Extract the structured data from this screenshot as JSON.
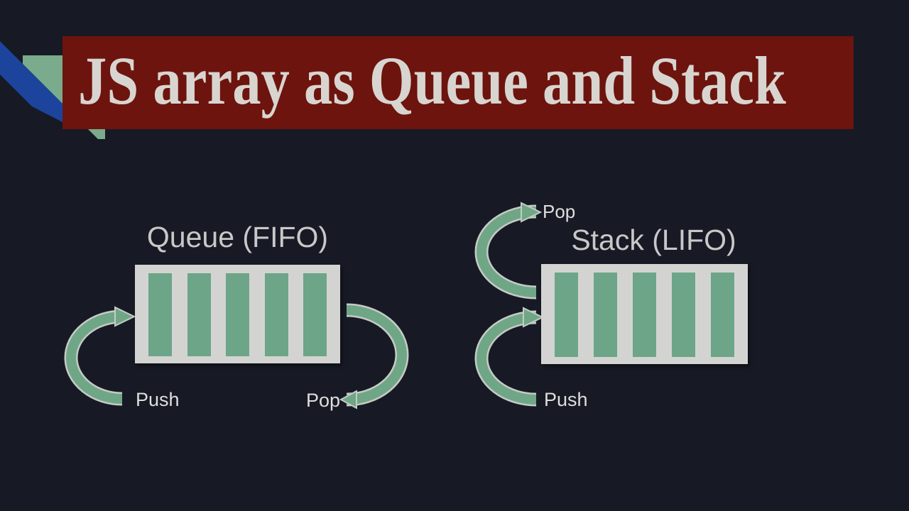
{
  "banner": {
    "title": "JS array as Queue and Stack"
  },
  "queue": {
    "heading": "Queue (FIFO)",
    "cells": 5,
    "push_label": "Push",
    "pop_label": "Pop"
  },
  "stack": {
    "heading": "Stack (LIFO)",
    "cells": 5,
    "pop_label": "Pop",
    "push_label": "Push"
  },
  "colors": {
    "background": "#171a24",
    "banner-red": "#6d140e",
    "title-text": "#d8d5d0",
    "heading-text": "#c8c8c8",
    "label-text": "#dedede",
    "box-gray": "#d3d4d2",
    "cell-green": "#6ca588",
    "arrow-green": "#6fa786",
    "arrow-outline": "#c6cac6",
    "ribbon-green": "#79ab8c",
    "ribbon-blue": "#1c449c"
  }
}
